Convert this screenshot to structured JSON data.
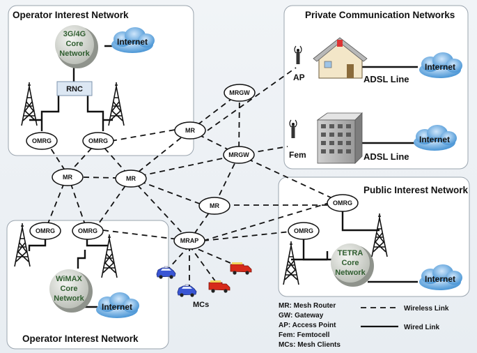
{
  "regions": {
    "top_left": "Operator Interest Network",
    "top_right": "Private Communication Networks",
    "bottom_right": "Public Interest Network",
    "bottom_left": "Operator Interest Network"
  },
  "cores": {
    "cellular": [
      "3G/4G",
      "Core",
      "Network"
    ],
    "wimax": [
      "WiMAX",
      "Core",
      "Network"
    ],
    "tetra": [
      "TETRA",
      "Core",
      "Network"
    ]
  },
  "internet_label": "Internet",
  "rnc_label": "RNC",
  "node_labels": {
    "omrg": "OMRG",
    "mr": "MR",
    "mrgw": "MRGW",
    "mrap": "MRAP"
  },
  "ap_label": "AP",
  "fem_label": "Fem",
  "adsl_label": "ADSL Line",
  "mcs_label": "MCs",
  "legend": {
    "abbreviations": [
      "MR: Mesh Router",
      "GW: Gateway",
      "AP: Access Point",
      "Fem: Femtocell",
      "MCs: Mesh Clients"
    ],
    "wireless": "Wireless Link",
    "wired": "Wired Link"
  },
  "colors": {
    "core_fill": "#d9dcd6",
    "core_text": "#2f5d2f",
    "cloud": "#3f8fd2",
    "panel_border": "#9aa4ae",
    "vehicle_blue": "#3a56d4",
    "vehicle_red": "#d62a1a"
  }
}
